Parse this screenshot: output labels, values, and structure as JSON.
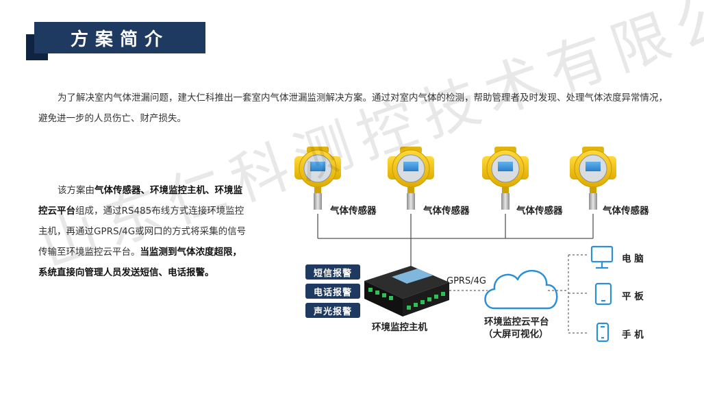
{
  "header": {
    "title": "方案简介"
  },
  "intro_text": "为了解决室内气体泄漏问题，建大仁科推出一套室内气体泄漏监测解决方案。通过对室内气体的检测，帮助管理者及时发现、处理气体浓度异常情况，避免进一步的人员伤亡、财产损失。",
  "description": {
    "p1": "该方案由",
    "b1": "气体传感器、环境监控主机、环境监控云平台",
    "p2": "组成，通过RS485布线方式连接环境监控主机，再通过GPRS/4G或网口的方式将采集的信号传输至环境监控云平台。",
    "b2": "当监测到气体浓度超限，系统直接向管理人员发送短信、电话报警。"
  },
  "diagram": {
    "sensors": [
      "气体传感器",
      "气体传感器",
      "气体传感器",
      "气体传感器"
    ],
    "alarms": [
      "短信报警",
      "电话报警",
      "声光报警"
    ],
    "host_label": "环境监控主机",
    "link_label": "GPRS/4G",
    "cloud_label": "环境监控云平台",
    "cloud_sublabel": "（大屏可视化）",
    "devices": [
      "电 脑",
      "平 板",
      "手 机"
    ]
  },
  "watermark": "山东仁科测控技术有限公司",
  "colors": {
    "title_bg": "#1f3a60",
    "sensor_yellow": "#f2c418",
    "accent_blue": "#2a8fd6"
  }
}
